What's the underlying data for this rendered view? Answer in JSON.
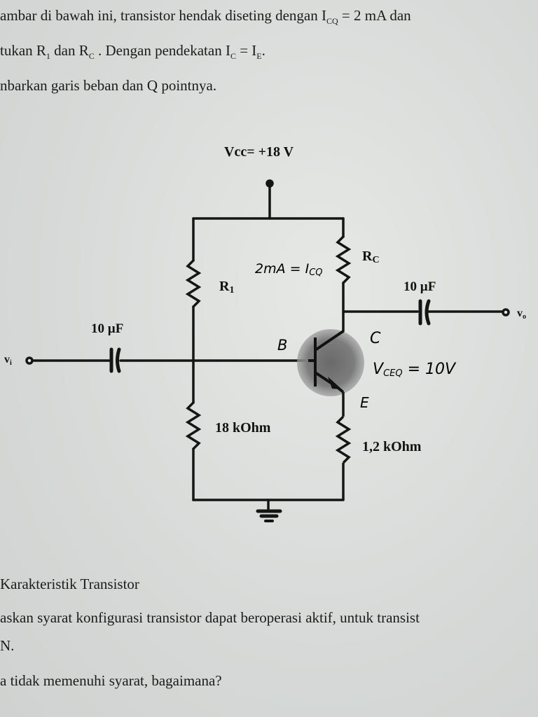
{
  "text": {
    "line1": "ambar di bawah ini, transistor hendak diseting dengan I",
    "line1_sub": "CQ",
    "line1_tail": " = 2 mA dan",
    "line2_a": "tukan R",
    "line2_sub1": "1",
    "line2_b": " dan R",
    "line2_sub2": "C",
    "line2_c": " . Dengan pendekatan I",
    "line2_sub3": "C",
    "line2_d": " = I",
    "line2_sub4": "E",
    "line2_e": ".",
    "line3": "nbarkan garis beban dan Q pointnya.",
    "section": "Karakteristik Transistor",
    "q1": "askan syarat konfigurasi transistor dapat beroperasi aktif, untuk transist",
    "q1b": "N.",
    "q2": "a tidak memenuhi syarat, bagaimana?"
  },
  "circuit": {
    "vcc": "Vcc= +18 V",
    "rc": "R",
    "rc_sub": "C",
    "r1": "R",
    "r1_sub": "1",
    "r2": "18 kOhm",
    "re": "1,2 kOhm",
    "cin": "10 µF",
    "cout": "10 µF",
    "vin": "v",
    "vin_sub": "i",
    "vout": "v",
    "vout_sub": "o"
  },
  "handwriting": {
    "ic": "2mA = I",
    "ic_sub": "CQ",
    "b": "B",
    "c": "C",
    "e": "E",
    "vce": "V",
    "vce_sub": "CEQ",
    "vce_val": " = 10V"
  }
}
